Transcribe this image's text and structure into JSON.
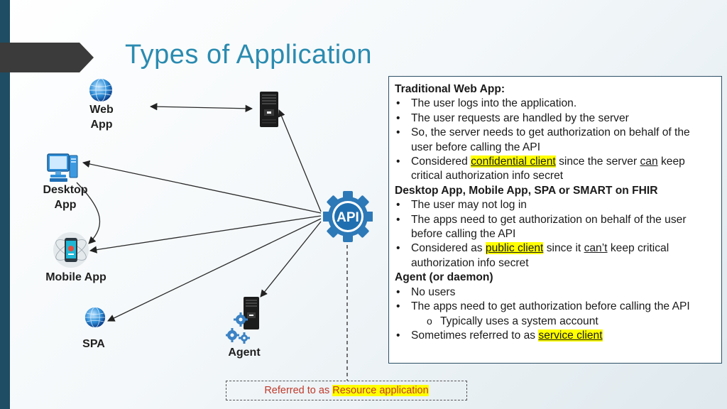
{
  "slide": {
    "title": "Types of Application",
    "colors": {
      "title": "#2b8bb0",
      "stripe": "#1f4d63",
      "api_gear": "#2d79b8",
      "highlight": "#ffff00",
      "resource_text": "#c0392b"
    }
  },
  "clients": {
    "web_app": {
      "line1": "Web",
      "line2": "App",
      "icon": "globe-icon"
    },
    "desktop_app": {
      "line1": "Desktop",
      "line2": "App",
      "icon": "desktop-computer-icon"
    },
    "mobile_app": {
      "label": "Mobile App",
      "icon": "mobile-phone-icon"
    },
    "spa": {
      "label": "SPA",
      "icon": "globe-icon"
    },
    "agent": {
      "label": "Agent",
      "icon": "server-gears-icon"
    }
  },
  "api": {
    "label": "API",
    "icon": "api-gear-icon"
  },
  "web_server": {
    "icon": "server-icon"
  },
  "info": {
    "sections": [
      {
        "title": "Traditional Web App:",
        "items": [
          "The user logs into the application.",
          "The user requests are handled by the server",
          "So, the server needs to get authorization on behalf of the user before calling the API",
          {
            "before": "Considered ",
            "highlight": "confidential client",
            "middle": " since the server ",
            "underline": "can",
            "after": " keep critical authorization info secret"
          }
        ]
      },
      {
        "title": "Desktop App, Mobile App, SPA or SMART on FHIR",
        "items": [
          "The user may not log in",
          "The apps need to get authorization on behalf of the user before calling the API",
          {
            "before": "Considered as ",
            "highlight": "public client",
            "middle": " since it ",
            "underline": "can’t",
            "after": " keep critical authorization info secret"
          }
        ]
      },
      {
        "title": "Agent (or daemon)",
        "items": [
          "No users",
          "The apps need to get authorization before calling the API",
          {
            "sub": "Typically uses a system account"
          },
          {
            "before": "Sometimes referred to as ",
            "highlight": "service client"
          }
        ]
      }
    ]
  },
  "resource_note": {
    "prefix": "Referred to as ",
    "highlight": "Resource application"
  }
}
